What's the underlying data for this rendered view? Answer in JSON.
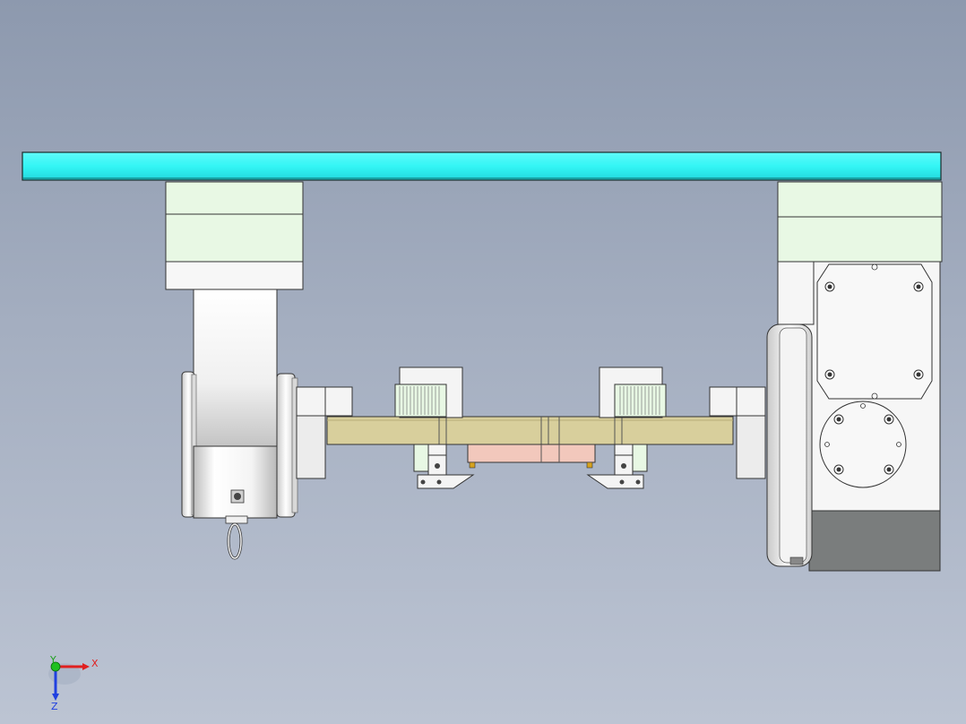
{
  "viewport": {
    "background_top": "#8d99ae",
    "background_bottom": "#bcc4d3"
  },
  "colors": {
    "top_beam": "#33f5f5",
    "bearing_blocks": "#e8f8e4",
    "cross_bar": "#d8cf9c",
    "pink_part": "#f2c8bc",
    "metal_light": "#f2f2f2",
    "metal_dark": "#7a7d7d",
    "gold_bolt": "#d6a21e"
  },
  "triad": {
    "x_label": "X",
    "y_label": "Y",
    "z_label": "Z",
    "x_color": "#e02020",
    "y_color": "#20c020",
    "z_color": "#2040e0"
  }
}
